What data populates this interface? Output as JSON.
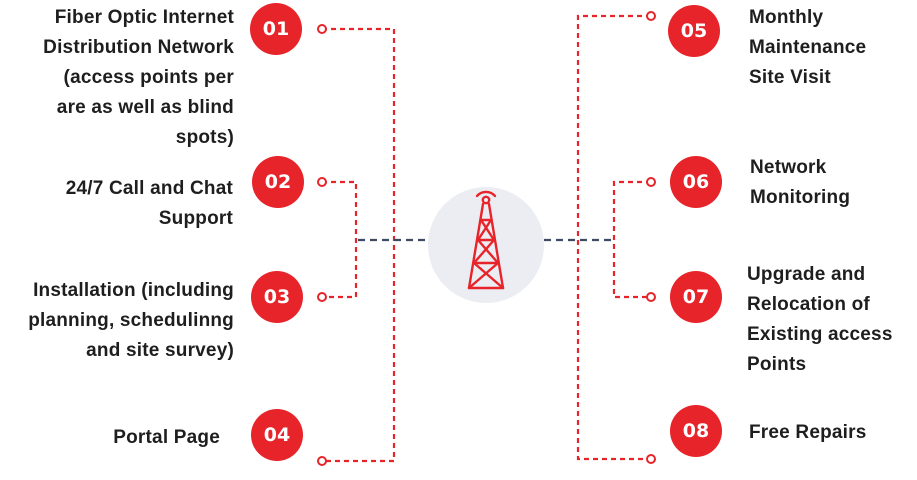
{
  "colors": {
    "accent": "#e8242b",
    "connector_dark": "#3c4a63",
    "hub_bg": "#ebedf2",
    "text": "#1e1e1e"
  },
  "center": {
    "icon": "radio-tower-icon"
  },
  "items": [
    {
      "number": "01",
      "lines": [
        "Fiber Optic Internet",
        "Distribution Network",
        "(access points per",
        "are as well as blind",
        "spots)"
      ]
    },
    {
      "number": "02",
      "lines": [
        "24/7 Call and Chat",
        "Support"
      ]
    },
    {
      "number": "03",
      "lines": [
        "Installation (including",
        "planning, schedulinng",
        "and site survey)"
      ]
    },
    {
      "number": "04",
      "lines": [
        "Portal Page"
      ]
    },
    {
      "number": "05",
      "lines": [
        "Monthly",
        "Maintenance",
        "Site Visit"
      ]
    },
    {
      "number": "06",
      "lines": [
        "Network",
        "Monitoring"
      ]
    },
    {
      "number": "07",
      "lines": [
        "Upgrade and",
        "Relocation of",
        "Existing access",
        "Points"
      ]
    },
    {
      "number": "08",
      "lines": [
        "Free Repairs"
      ]
    }
  ]
}
